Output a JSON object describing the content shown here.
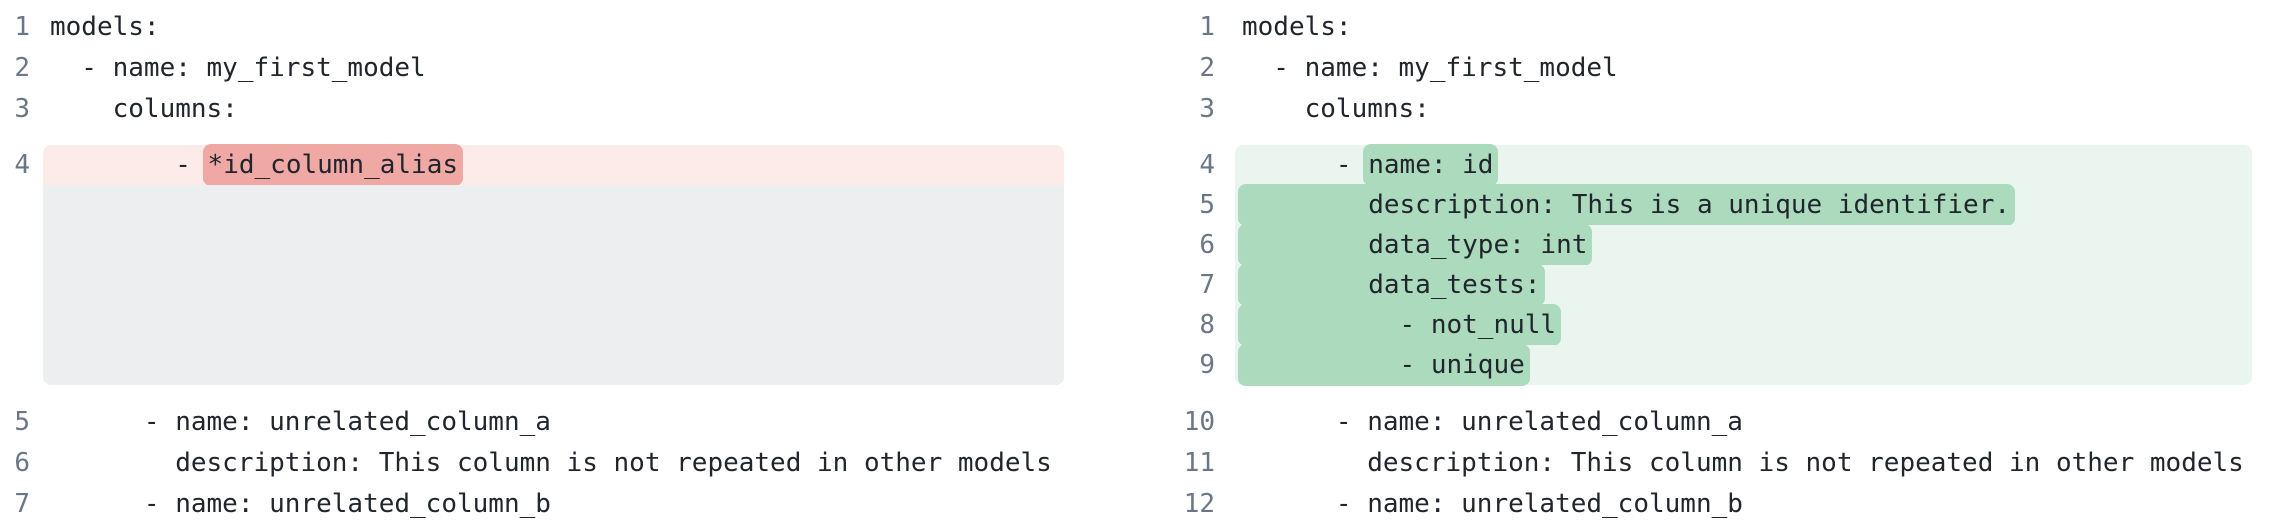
{
  "diff_view": {
    "kind": "side-by-side-code-diff",
    "language": "yaml",
    "colors": {
      "removed_row_bg": "#fcebe9",
      "removed_token_bg": "#efa8a4",
      "added_row_bg": "#e9f5ee",
      "added_token_bg": "#abdabd",
      "placeholder_bg": "#eceef0",
      "line_number_color": "#6c7689",
      "code_text_color": "#21262d",
      "background": "#ffffff"
    },
    "before_panel": {
      "top_lines": [
        {
          "num": "1",
          "text": "models:"
        },
        {
          "num": "2",
          "text": "  - name: my_first_model"
        },
        {
          "num": "3",
          "text": "    columns:"
        }
      ],
      "group": {
        "kind": "removed",
        "rows": [
          {
            "num": "4",
            "pre": "        - ",
            "token": "*id_column_alias",
            "post": ""
          }
        ],
        "placeholder_lines": 5
      },
      "bottom_lines": [
        {
          "num": "5",
          "text": "      - name: unrelated_column_a"
        },
        {
          "num": "6",
          "text": "        description: This column is not repeated in other models"
        },
        {
          "num": "7",
          "text": "      - name: unrelated_column_b"
        }
      ]
    },
    "after_panel": {
      "top_lines": [
        {
          "num": "1",
          "text": "models:"
        },
        {
          "num": "2",
          "text": "  - name: my_first_model"
        },
        {
          "num": "3",
          "text": "    columns:"
        }
      ],
      "group": {
        "kind": "added",
        "rows": [
          {
            "num": "4",
            "pre": "      - ",
            "token": "name: id",
            "post": ""
          },
          {
            "num": "5",
            "pre": "",
            "token": "        description: This is a unique identifier.",
            "post": ""
          },
          {
            "num": "6",
            "pre": "",
            "token": "        data_type: int",
            "post": ""
          },
          {
            "num": "7",
            "pre": "",
            "token": "        data_tests:",
            "post": ""
          },
          {
            "num": "8",
            "pre": "",
            "token": "          - not_null",
            "post": ""
          },
          {
            "num": "9",
            "pre": "",
            "token": "          - unique",
            "post": ""
          }
        ],
        "placeholder_lines": 0
      },
      "bottom_lines": [
        {
          "num": "10",
          "text": "      - name: unrelated_column_a"
        },
        {
          "num": "11",
          "text": "        description: This column is not repeated in other models"
        },
        {
          "num": "12",
          "text": "      - name: unrelated_column_b"
        }
      ]
    }
  }
}
